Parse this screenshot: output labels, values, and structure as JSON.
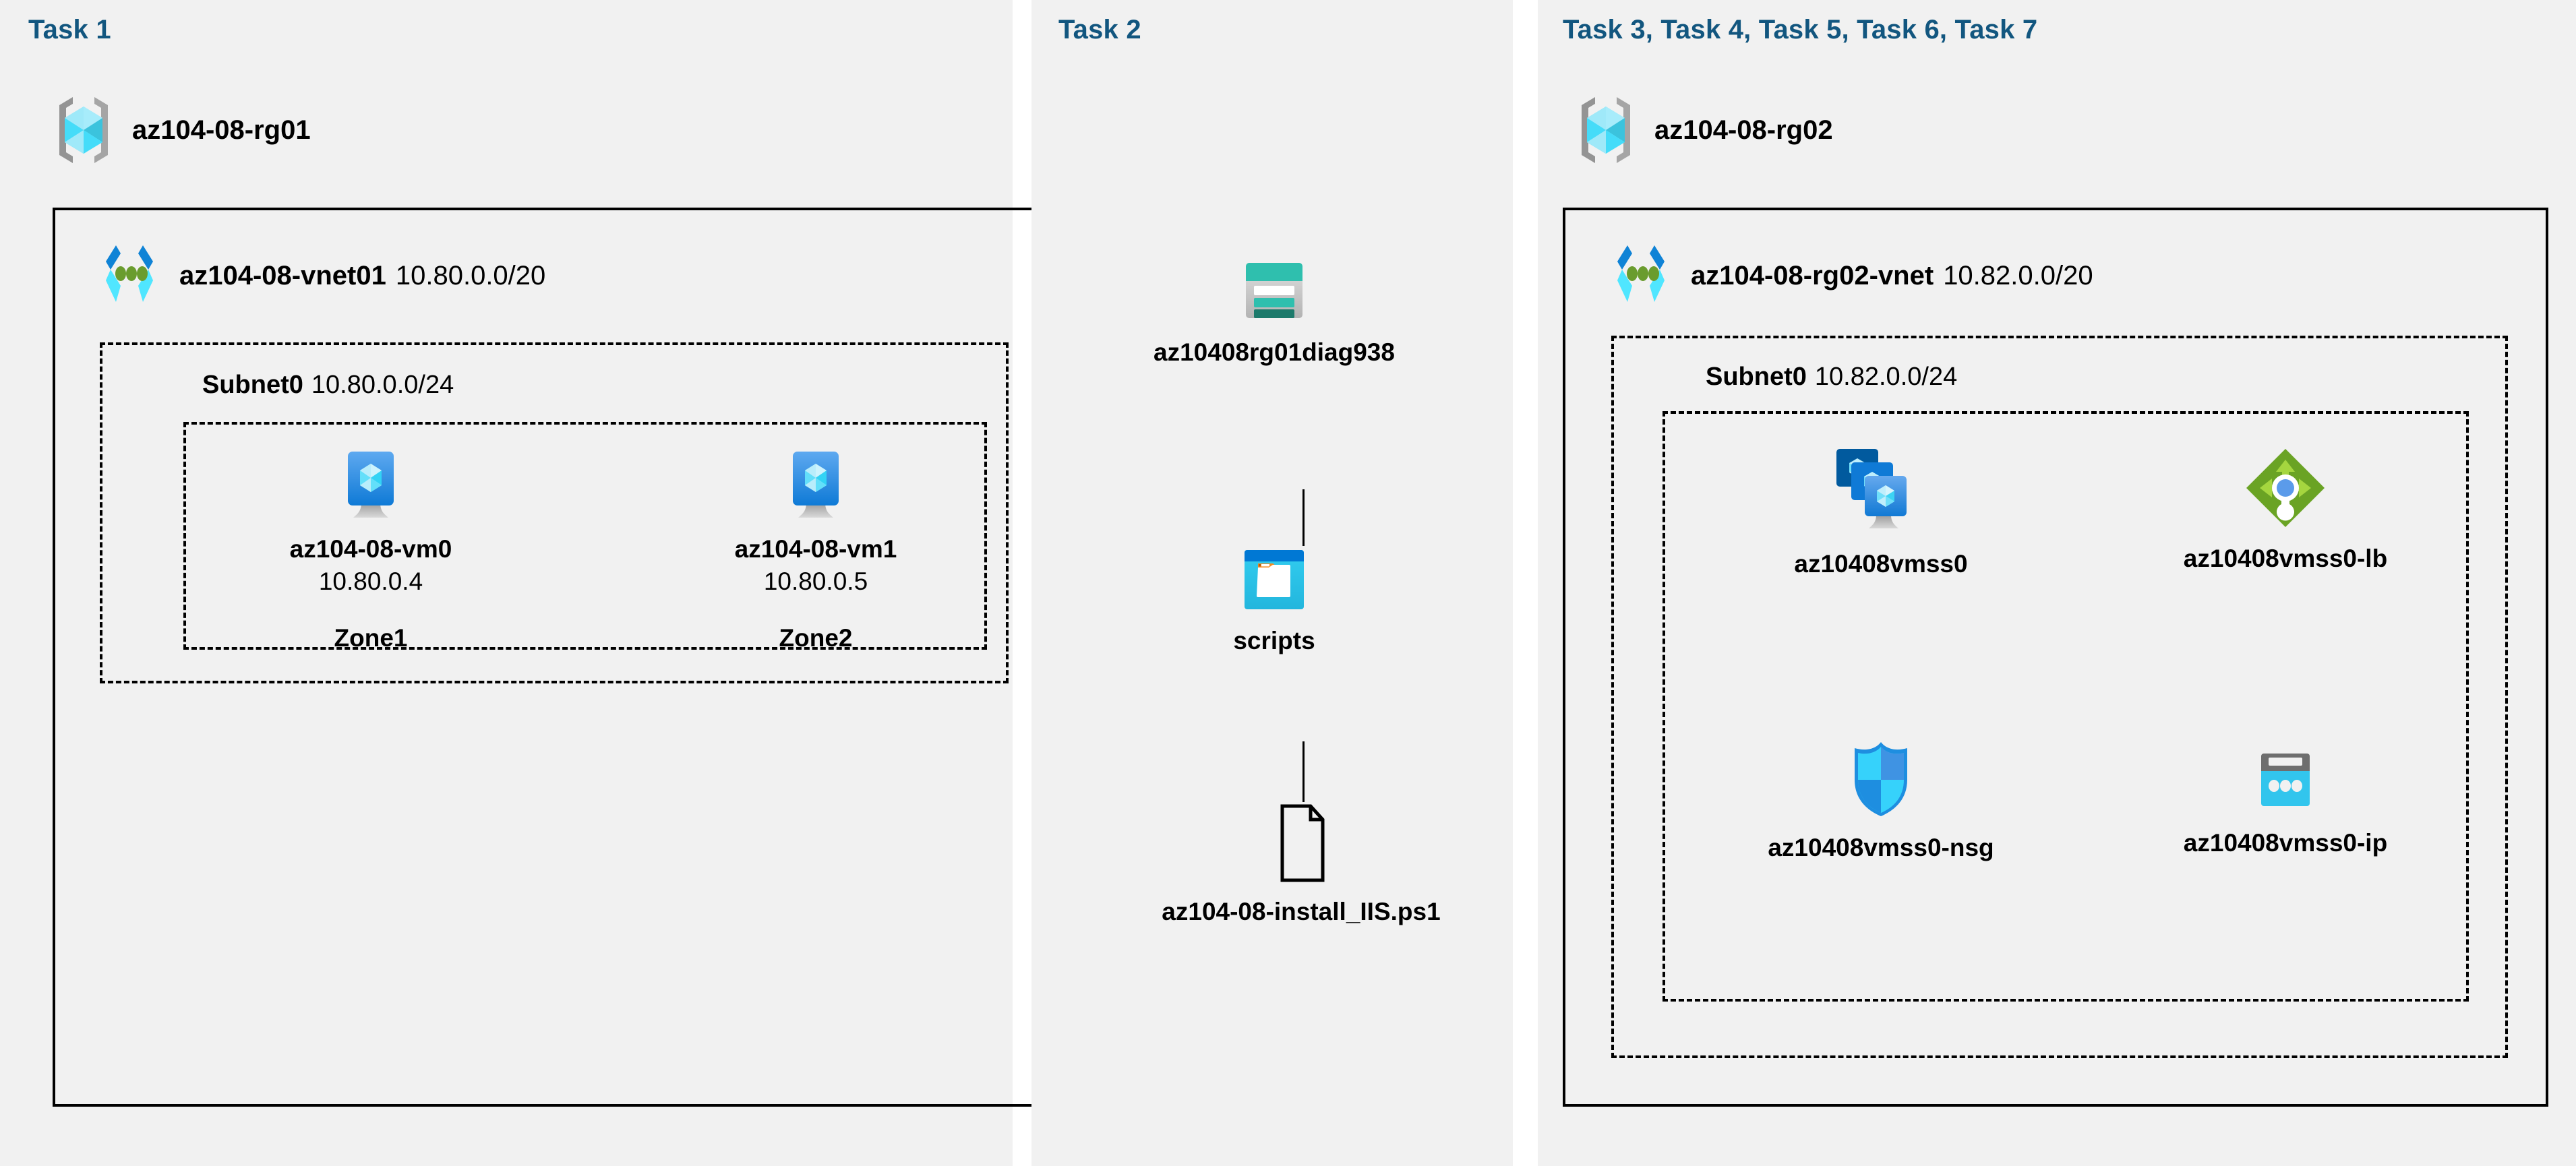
{
  "diagram": {
    "background": "#f1f1f1",
    "accent": "#12567f",
    "columns": [
      {
        "id": "task1",
        "task_label": "Task 1",
        "resource_group": {
          "name": "az104-08-rg01",
          "icon": "resource-group-icon"
        },
        "vnet": {
          "name": "az104-08-vnet01",
          "cidr": "10.80.0.0/20",
          "icon": "virtual-network-icon",
          "subnet": {
            "name": "Subnet0",
            "cidr": "10.80.0.0/24",
            "nodes": [
              {
                "icon": "virtual-machine-icon",
                "label": "az104-08-vm0",
                "ip": "10.80.0.4",
                "zone": "Zone1"
              },
              {
                "icon": "virtual-machine-icon",
                "label": "az104-08-vm1",
                "ip": "10.80.0.5",
                "zone": "Zone2"
              }
            ]
          }
        }
      },
      {
        "id": "task2",
        "task_label": "Task 2",
        "nodes": [
          {
            "icon": "storage-account-icon",
            "label": "az10408rg01diag938"
          },
          {
            "icon": "blob-container-icon",
            "label": "scripts"
          },
          {
            "icon": "file-icon",
            "label": "az104-08-install_IIS.ps1"
          }
        ]
      },
      {
        "id": "task3to7",
        "task_label": "Task 3, Task 4, Task 5, Task 6, Task 7",
        "resource_group": {
          "name": "az104-08-rg02",
          "icon": "resource-group-icon"
        },
        "vnet": {
          "name": "az104-08-rg02-vnet",
          "cidr": "10.82.0.0/20",
          "icon": "virtual-network-icon",
          "subnet": {
            "name": "Subnet0",
            "cidr": "10.82.0.0/24",
            "nodes": [
              {
                "icon": "vm-scale-set-icon",
                "label": "az10408vmss0"
              },
              {
                "icon": "load-balancer-icon",
                "label": "az10408vmss0-lb"
              },
              {
                "icon": "network-security-group-icon",
                "label": "az10408vmss0-nsg"
              },
              {
                "icon": "public-ip-address-icon",
                "label": "az10408vmss0-ip"
              }
            ]
          }
        }
      }
    ]
  },
  "colors": {
    "panel_bg": "#f1f1f1",
    "task_text": "#12567f",
    "border": "#000000",
    "vm_blue_top": "#50a0ef",
    "vm_blue_bottom": "#0f7ad6",
    "storage_teal": "#2fbfae",
    "storage_teal_dark": "#1c7a6b",
    "container_blue_dark": "#0078d4",
    "container_cyan": "#2ecbf2",
    "tag_orange": "#f28b22",
    "lb_green": "#6aa324",
    "lb_green_light": "#a5d63f",
    "lb_blue_dot": "#5b9bea",
    "nsg_blue_light": "#36d2fb",
    "nsg_blue_mid": "#3f93e3",
    "nsg_blue_dark": "#1e8ee0",
    "pip_gray": "#6e6e6e",
    "pip_cyan": "#32c5ed",
    "rg_bracket_gray": "#949494",
    "vnet_green_dot": "#6a9c2e"
  }
}
